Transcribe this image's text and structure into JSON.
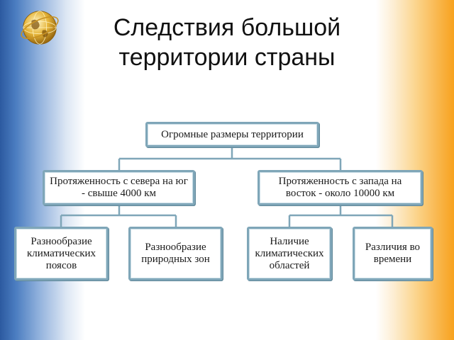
{
  "title": {
    "line1": "Следствия большой",
    "line2": "территории страны"
  },
  "logo": {
    "icon": "globe-icon"
  },
  "diagram": {
    "root": "Огромные размеры территории",
    "level1": [
      "Протяженность с севера на юг - свыше 4000 км",
      "Протяженность с запада на восток - около 10000 км"
    ],
    "level2": [
      "Разнообразие климатических поясов",
      "Разнообразие природных зон",
      "Наличие климатических областей",
      "Различия во времени"
    ]
  },
  "colors": {
    "left_gradient": "#2c5aa0",
    "right_gradient": "#f7a21e",
    "box_border": "#7fa6b8",
    "connector": "#7fa6b8"
  }
}
